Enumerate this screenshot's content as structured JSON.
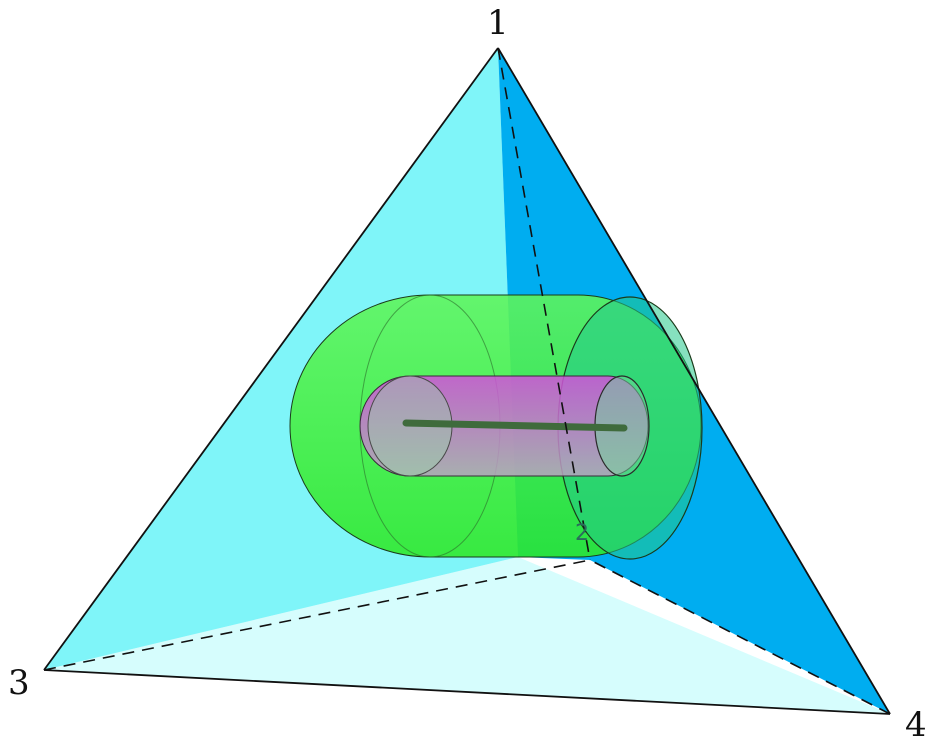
{
  "vertices": {
    "v1": "1",
    "v2": "2",
    "v3": "3",
    "v4": "4"
  },
  "colors": {
    "face_left": "#7ff5f9",
    "face_right": "#00adf0",
    "face_bottom": "#d6fdfd",
    "outer_cylinder": "#39f032",
    "inner_cylinder": "#d36ad8",
    "axis_segment": "#3f6b3c",
    "edge": "#111111"
  }
}
